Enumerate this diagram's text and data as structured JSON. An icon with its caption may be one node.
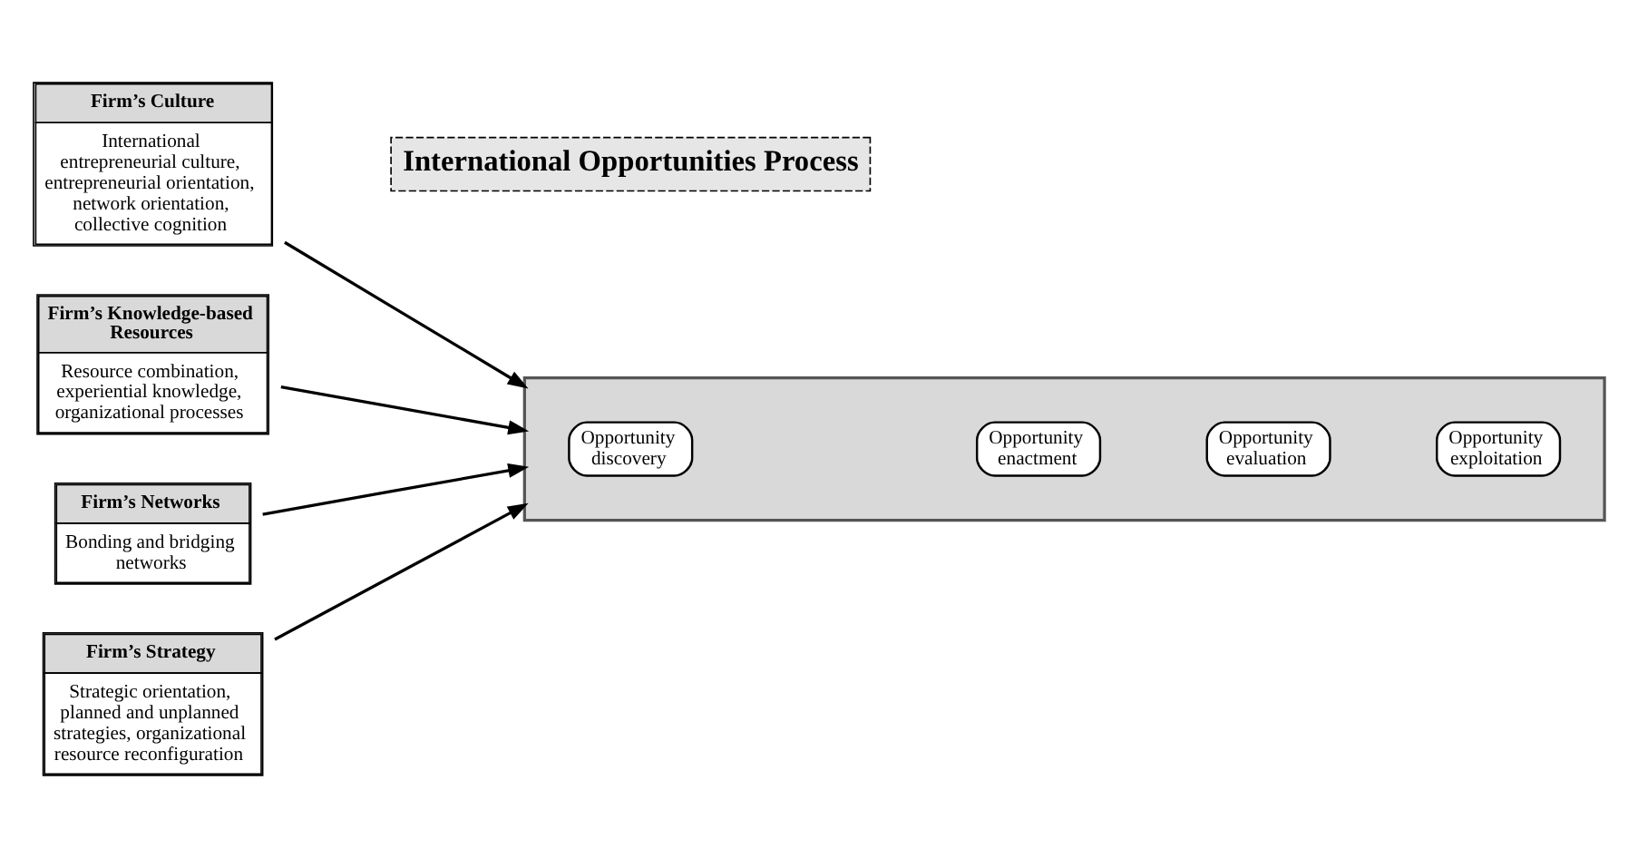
{
  "diagram": {
    "nodes": [
      {
        "text": [
          "Firm’s Culture",
          "International entrepreneurial culture, entrepreneurial orientation, network orientation, collective cognition"
        ]
      },
      {
        "text": [
          "Firm’s Knowledge-based Resources",
          "Resource combination, experiential knowledge, organizational processes"
        ]
      },
      {
        "text": [
          "Firm’s Networks",
          "Bonding and bridging networks"
        ]
      },
      {
        "text": [
          "Firm’s Strategy",
          "Strategic orientation, planned and unplanned strategies, organizational resource reconfiguration"
        ]
      },
      {
        "text": [
          "International Opportunities Process"
        ]
      },
      {
        "text": [],
        "shape": "arrow"
      },
      {
        "text": [
          "Opportunity discovery"
        ],
        "in": 5
      },
      {
        "text": [
          "Opportunity enactment"
        ],
        "in": 5
      },
      {
        "text": [
          "Opportunity evaluation"
        ],
        "in": 5
      },
      {
        "text": [
          "Opportunity exploitation"
        ],
        "in": 5
      }
    ],
    "edges": [
      {
        "from": 0,
        "to": 5,
        "arrow": "to"
      },
      {
        "from": 1,
        "to": 5,
        "arrow": "to"
      },
      {
        "from": 2,
        "to": 5,
        "arrow": "to"
      },
      {
        "from": 3,
        "to": 5,
        "arrow": "to"
      }
    ]
  }
}
